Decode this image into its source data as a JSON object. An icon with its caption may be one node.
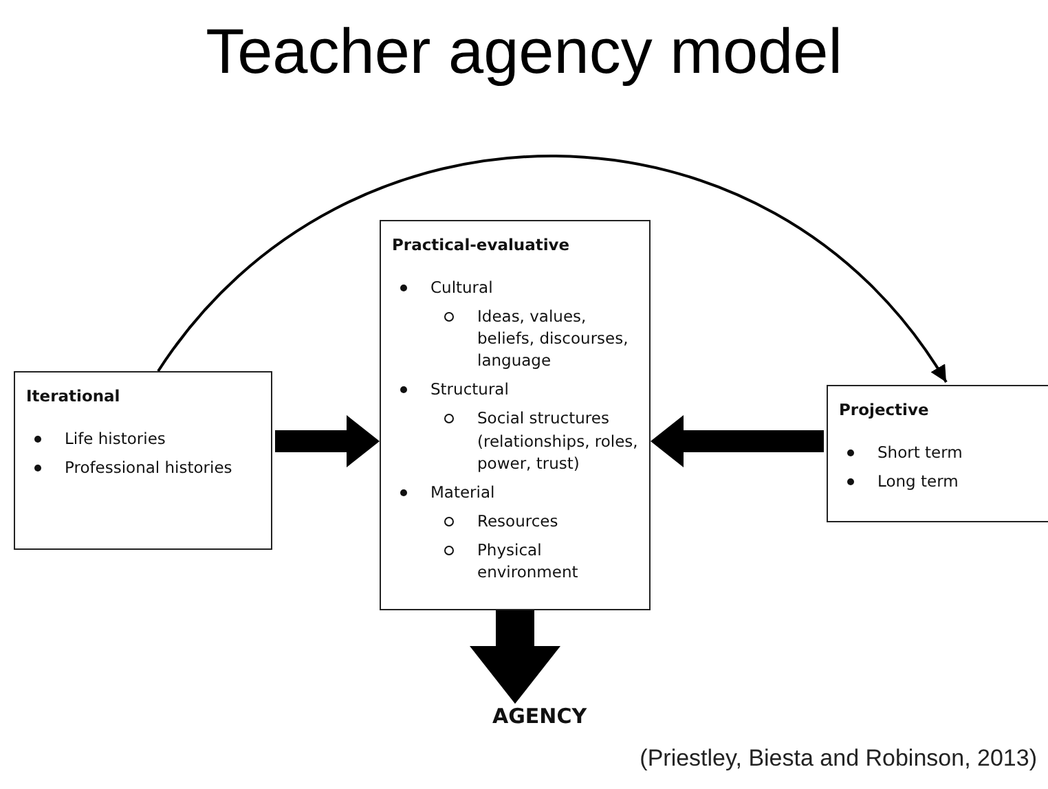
{
  "diagram": {
    "title": "Teacher agency model",
    "nodes": [
      {
        "text": [
          "Iterational",
          "Life histories",
          "Professional histories"
        ]
      },
      {
        "text": [
          "Practical-evaluative",
          "Cultural",
          "Ideas, values, beliefs, discourses, language",
          "Structural",
          "Social structures (relationships, roles, power, trust)",
          "Material",
          "Resources",
          "Physical environment"
        ]
      },
      {
        "text": [
          "Projective",
          "Short term",
          "Long term"
        ]
      },
      {
        "text": [
          "AGENCY"
        ]
      }
    ],
    "edges": [
      {
        "from": 0,
        "to": 1,
        "arrow": "to"
      },
      {
        "from": 2,
        "to": 1,
        "arrow": "to"
      },
      {
        "from": 1,
        "to": 3,
        "arrow": "to"
      },
      {
        "from": 0,
        "to": 2,
        "arrow": "to"
      }
    ],
    "caption": "(Priestley, Biesta and Robinson, 2013)"
  }
}
